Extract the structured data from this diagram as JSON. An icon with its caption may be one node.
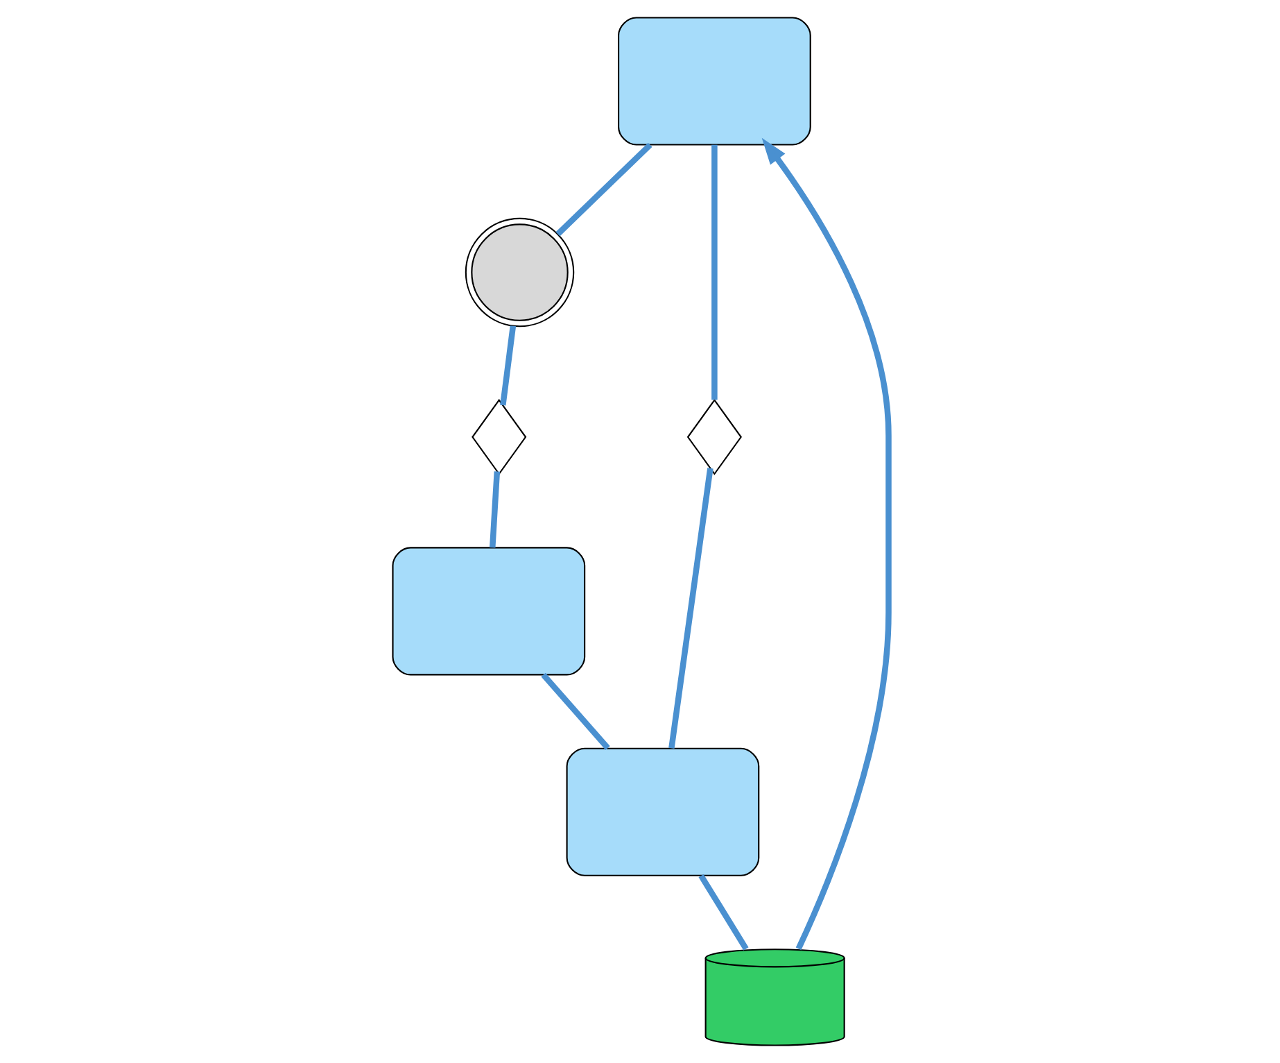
{
  "diagram": {
    "nodes": [
      {
        "text": [],
        "shape": "box"
      },
      {
        "text": [],
        "shape": "box"
      },
      {
        "text": [],
        "shape": "box"
      },
      {
        "text": [],
        "shape": "coil"
      },
      {
        "text": [],
        "shape": "valve"
      },
      {
        "text": [],
        "shape": "valve"
      },
      {
        "text": [],
        "shape": "cylinder"
      }
    ],
    "edges": [
      {
        "from": 6,
        "to": 0,
        "arrow": "to"
      },
      {
        "from": 0,
        "to": 3,
        "arrow": "none"
      },
      {
        "from": 3,
        "to": 4,
        "arrow": "none"
      },
      {
        "from": 4,
        "to": 2,
        "arrow": "none"
      },
      {
        "from": 2,
        "to": 1,
        "arrow": "none"
      },
      {
        "from": 0,
        "to": 5,
        "arrow": "none"
      },
      {
        "from": 5,
        "to": 1,
        "arrow": "none"
      },
      {
        "from": 1,
        "to": 6,
        "arrow": "none"
      }
    ]
  }
}
